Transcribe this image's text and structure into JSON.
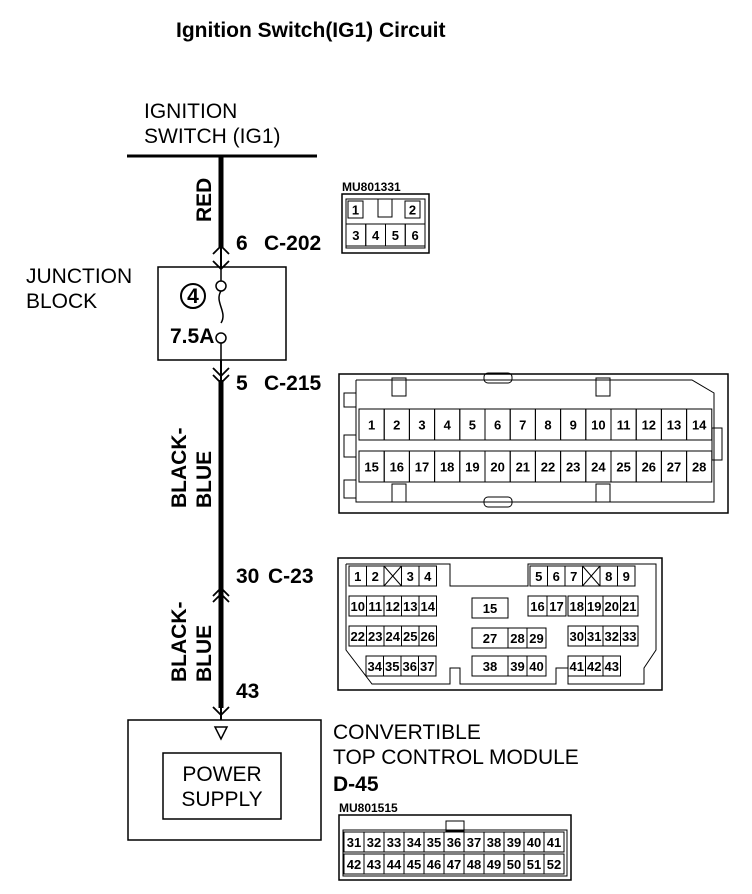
{
  "title": "Ignition Switch(IG1) Circuit",
  "ignition_switch": {
    "line1": "IGNITION",
    "line2": "SWITCH (IG1)"
  },
  "wire_colors": {
    "top": "RED",
    "mid": "BLACK-\nBLUE",
    "bottom": "BLACK-\nBLUE"
  },
  "connectors": {
    "c202": {
      "pin": "6",
      "name": "C-202"
    },
    "c215": {
      "pin": "5",
      "name": "C-215"
    },
    "c23": {
      "pin": "30",
      "name": "C-23"
    },
    "module_pin": "43"
  },
  "junction_block": {
    "line1": "JUNCTION",
    "line2": "BLOCK",
    "fuse_number": "4",
    "fuse_rating": "7.5A"
  },
  "module": {
    "line1": "CONVERTIBLE",
    "line2": "TOP CONTROL MODULE",
    "code": "D-45",
    "power_supply_line1": "POWER",
    "power_supply_line2": "SUPPLY"
  },
  "part_numbers": {
    "c202": "MU801331",
    "d45": "MU801515"
  },
  "c202_pins": {
    "top": [
      "1",
      "2"
    ],
    "bottom": [
      "3",
      "4",
      "5",
      "6"
    ]
  },
  "c215_pins": {
    "top": [
      "1",
      "2",
      "3",
      "4",
      "5",
      "6",
      "7",
      "8",
      "9",
      "10",
      "11",
      "12",
      "13",
      "14"
    ],
    "bottom": [
      "15",
      "16",
      "17",
      "18",
      "19",
      "20",
      "21",
      "22",
      "23",
      "24",
      "25",
      "26",
      "27",
      "28"
    ]
  },
  "c23_pins": {
    "left": [
      [
        "1",
        "2",
        "",
        "3",
        "4"
      ],
      [
        "10",
        "11",
        "12",
        "13",
        "14"
      ],
      [
        "22",
        "23",
        "24",
        "25",
        "26"
      ],
      [
        "34",
        "35",
        "36",
        "37"
      ]
    ],
    "middle": [
      [
        "15"
      ],
      [
        "27",
        "28",
        "29"
      ],
      [
        "38",
        "39",
        "40"
      ],
      [
        "16",
        "17"
      ]
    ],
    "right": [
      [
        "5",
        "6",
        "7",
        "",
        "8",
        "9"
      ],
      [
        "18",
        "19",
        "20",
        "21"
      ],
      [
        "30",
        "31",
        "32",
        "33"
      ],
      [
        "41",
        "42",
        "43"
      ]
    ]
  },
  "d45_pins": {
    "top": [
      "31",
      "32",
      "33",
      "34",
      "35",
      "36",
      "37",
      "38",
      "39",
      "40",
      "41"
    ],
    "bottom": [
      "42",
      "43",
      "44",
      "45",
      "46",
      "47",
      "48",
      "49",
      "50",
      "51",
      "52"
    ]
  }
}
